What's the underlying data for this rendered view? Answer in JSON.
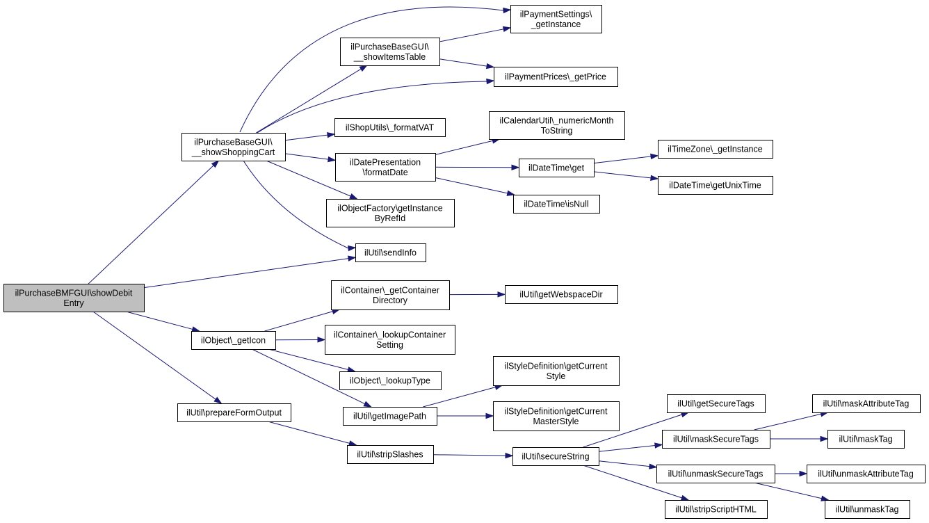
{
  "nodes": [
    {
      "id": "root",
      "lines": [
        "ilPurchaseBMFGUI\\showDebit",
        "Entry"
      ],
      "root": true
    },
    {
      "id": "showShoppingCart",
      "lines": [
        "ilPurchaseBaseGUI\\",
        "__showShoppingCart"
      ]
    },
    {
      "id": "showItemsTable",
      "lines": [
        "ilPurchaseBaseGUI\\",
        "__showItemsTable"
      ]
    },
    {
      "id": "paymentSettings",
      "lines": [
        "ilPaymentSettings\\",
        "_getInstance"
      ]
    },
    {
      "id": "getPrice",
      "lines": [
        "ilPaymentPrices\\_getPrice"
      ]
    },
    {
      "id": "formatVAT",
      "lines": [
        "ilShopUtils\\_formatVAT"
      ]
    },
    {
      "id": "formatDate",
      "lines": [
        "ilDatePresentation",
        "\\formatDate"
      ]
    },
    {
      "id": "numericMonth",
      "lines": [
        "ilCalendarUtil\\_numericMonth",
        "ToString"
      ]
    },
    {
      "id": "dtGet",
      "lines": [
        "ilDateTime\\get"
      ]
    },
    {
      "id": "tzInstance",
      "lines": [
        "ilTimeZone\\_getInstance"
      ]
    },
    {
      "id": "unixTime",
      "lines": [
        "ilDateTime\\getUnixTime"
      ]
    },
    {
      "id": "isNull",
      "lines": [
        "ilDateTime\\isNull"
      ]
    },
    {
      "id": "objFactory",
      "lines": [
        "ilObjectFactory\\getInstance",
        "ByRefId"
      ]
    },
    {
      "id": "sendInfo",
      "lines": [
        "ilUtil\\sendInfo"
      ]
    },
    {
      "id": "containerDir",
      "lines": [
        "ilContainer\\_getContainer",
        "Directory"
      ]
    },
    {
      "id": "webspaceDir",
      "lines": [
        "ilUtil\\getWebspaceDir"
      ]
    },
    {
      "id": "getIcon",
      "lines": [
        "ilObject\\_getIcon"
      ]
    },
    {
      "id": "lookupContainer",
      "lines": [
        "ilContainer\\_lookupContainer",
        "Setting"
      ]
    },
    {
      "id": "lookupType",
      "lines": [
        "ilObject\\_lookupType"
      ]
    },
    {
      "id": "currentStyle",
      "lines": [
        "ilStyleDefinition\\getCurrent",
        "Style"
      ]
    },
    {
      "id": "imagePath",
      "lines": [
        "ilUtil\\getImagePath"
      ]
    },
    {
      "id": "masterStyle",
      "lines": [
        "ilStyleDefinition\\getCurrent",
        "MasterStyle"
      ]
    },
    {
      "id": "prepareForm",
      "lines": [
        "ilUtil\\prepareFormOutput"
      ]
    },
    {
      "id": "stripSlashes",
      "lines": [
        "ilUtil\\stripSlashes"
      ]
    },
    {
      "id": "secureString",
      "lines": [
        "ilUtil\\secureString"
      ]
    },
    {
      "id": "getSecureTags",
      "lines": [
        "ilUtil\\getSecureTags"
      ]
    },
    {
      "id": "maskSecureTags",
      "lines": [
        "ilUtil\\maskSecureTags"
      ]
    },
    {
      "id": "unmaskSecureTags",
      "lines": [
        "ilUtil\\unmaskSecureTags"
      ]
    },
    {
      "id": "stripScript",
      "lines": [
        "ilUtil\\stripScriptHTML"
      ]
    },
    {
      "id": "maskAttr",
      "lines": [
        "ilUtil\\maskAttributeTag"
      ]
    },
    {
      "id": "maskTag",
      "lines": [
        "ilUtil\\maskTag"
      ]
    },
    {
      "id": "unmaskAttr",
      "lines": [
        "ilUtil\\unmaskAttributeTag"
      ]
    },
    {
      "id": "unmaskTag",
      "lines": [
        "ilUtil\\unmaskTag"
      ]
    }
  ],
  "edges": [
    [
      "root",
      "showShoppingCart"
    ],
    [
      "root",
      "sendInfo"
    ],
    [
      "root",
      "getIcon"
    ],
    [
      "root",
      "prepareForm"
    ],
    [
      "showShoppingCart",
      "paymentSettings"
    ],
    [
      "showShoppingCart",
      "showItemsTable"
    ],
    [
      "showShoppingCart",
      "getPrice"
    ],
    [
      "showShoppingCart",
      "formatVAT"
    ],
    [
      "showShoppingCart",
      "formatDate"
    ],
    [
      "showShoppingCart",
      "objFactory"
    ],
    [
      "showShoppingCart",
      "sendInfo"
    ],
    [
      "showItemsTable",
      "paymentSettings"
    ],
    [
      "showItemsTable",
      "getPrice"
    ],
    [
      "formatDate",
      "numericMonth"
    ],
    [
      "formatDate",
      "dtGet"
    ],
    [
      "formatDate",
      "isNull"
    ],
    [
      "dtGet",
      "tzInstance"
    ],
    [
      "dtGet",
      "unixTime"
    ],
    [
      "getIcon",
      "containerDir"
    ],
    [
      "getIcon",
      "lookupContainer"
    ],
    [
      "getIcon",
      "lookupType"
    ],
    [
      "getIcon",
      "imagePath"
    ],
    [
      "containerDir",
      "webspaceDir"
    ],
    [
      "imagePath",
      "currentStyle"
    ],
    [
      "imagePath",
      "masterStyle"
    ],
    [
      "prepareForm",
      "stripSlashes"
    ],
    [
      "stripSlashes",
      "secureString"
    ],
    [
      "secureString",
      "getSecureTags"
    ],
    [
      "secureString",
      "maskSecureTags"
    ],
    [
      "secureString",
      "unmaskSecureTags"
    ],
    [
      "secureString",
      "stripScript"
    ],
    [
      "maskSecureTags",
      "maskAttr"
    ],
    [
      "maskSecureTags",
      "maskTag"
    ],
    [
      "unmaskSecureTags",
      "unmaskAttr"
    ],
    [
      "unmaskSecureTags",
      "unmaskTag"
    ]
  ]
}
